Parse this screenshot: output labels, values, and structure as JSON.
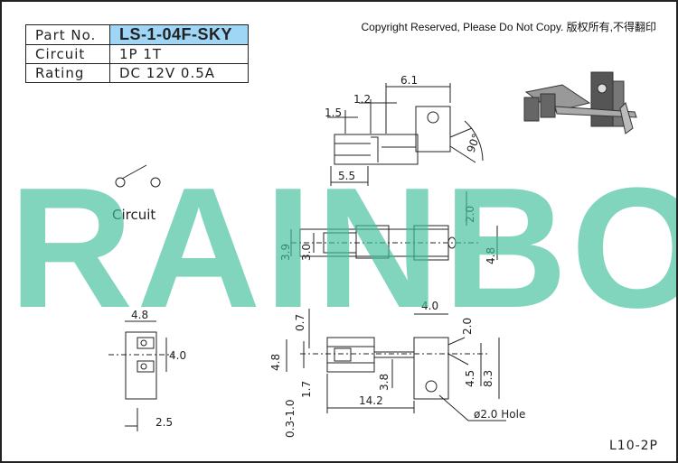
{
  "spec_table": {
    "rows": [
      {
        "key": "Part No.",
        "value": "LS-1-04F-SKY"
      },
      {
        "key": "Circuit",
        "value": "1P 1T"
      },
      {
        "key": "Rating",
        "value": "DC 12V 0.5A"
      }
    ]
  },
  "copyright": "Copyright Reserved, Please Do Not Copy. 版权所有,不得翻印",
  "watermark": "RAINBOW",
  "circuit_label": "Circuit",
  "footer_code": "L10-2P",
  "colors": {
    "watermark": "#40c09b",
    "part_no_highlight": "#9fd5f5",
    "line": "#222222"
  },
  "dimensions": {
    "top_view": {
      "d1": "1.2",
      "d2": "1.5",
      "d3": "6.1",
      "d4": "5.5",
      "angle": "90°"
    },
    "middle_view": {
      "d1": "2.0",
      "d2": "3.9",
      "d3": "3.0",
      "d4": "4.8"
    },
    "side_view": {
      "d1": "4.8",
      "d2": "4.0",
      "d3": "2.5"
    },
    "bottom_view": {
      "d1": "0.7",
      "d2": "4.8",
      "d3": "0.3-1.0",
      "d4": "1.7",
      "d5": "3.8",
      "d6": "4.0",
      "d7": "2.0",
      "d8": "4.5",
      "d9": "8.3",
      "d10": "14.2",
      "hole": "ø2.0 Hole"
    }
  }
}
